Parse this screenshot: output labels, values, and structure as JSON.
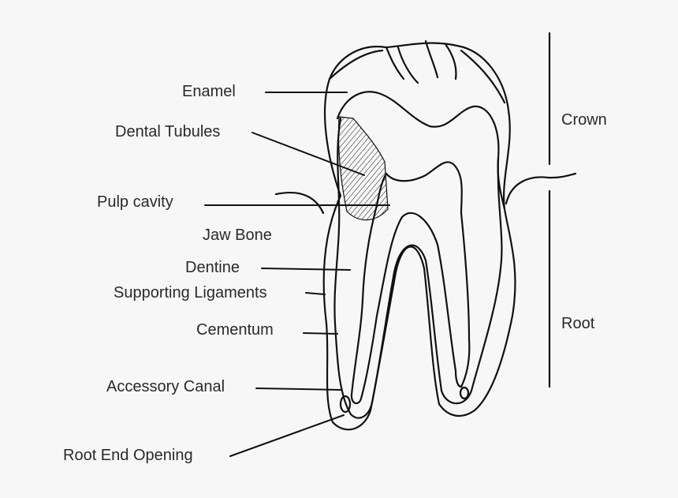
{
  "labels": {
    "enamel": "Enamel",
    "dental_tubules": "Dental Tubules",
    "pulp_cavity": "Pulp cavity",
    "jaw_bone": "Jaw Bone",
    "dentine": "Dentine",
    "supporting_ligaments": "Supporting Ligaments",
    "cementum": "Cementum",
    "accessory_canal": "Accessory Canal",
    "root_end_opening": "Root End Opening",
    "crown": "Crown",
    "root": "Root"
  },
  "colors": {
    "background": "#f7f7f7",
    "line": "#111111",
    "text": "#2a2a2a"
  }
}
